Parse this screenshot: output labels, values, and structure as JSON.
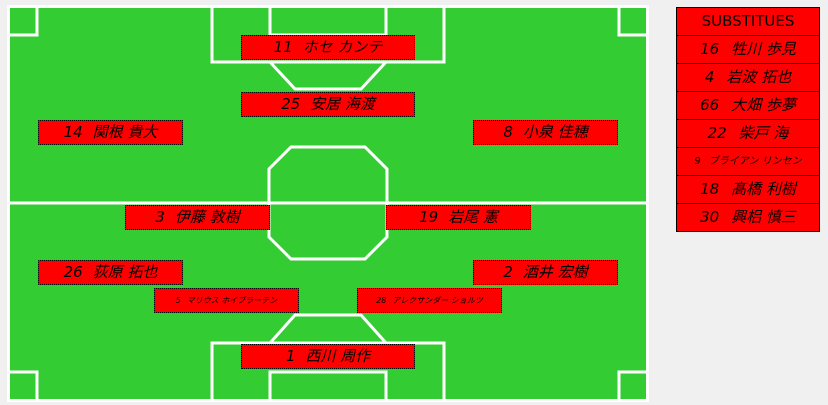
{
  "colors": {
    "pitch": "#33cc33",
    "lines": "#ffffff",
    "player_box": "#ff0000",
    "background": "#f0f0f0"
  },
  "formation": {
    "players": [
      {
        "id": "fw",
        "number": "11",
        "name": "ホセ カンテ"
      },
      {
        "id": "omf",
        "number": "25",
        "name": "安居 海渡"
      },
      {
        "id": "lw",
        "number": "14",
        "name": "関根 貴大"
      },
      {
        "id": "rw",
        "number": "8",
        "name": "小泉 佳穂"
      },
      {
        "id": "lcm",
        "number": "3",
        "name": "伊藤 敦樹"
      },
      {
        "id": "rcm",
        "number": "19",
        "name": "岩尾 憲"
      },
      {
        "id": "lb",
        "number": "26",
        "name": "荻原 拓也"
      },
      {
        "id": "rb",
        "number": "2",
        "name": "酒井 宏樹"
      },
      {
        "id": "lcb",
        "number": "5",
        "name": "マリウス ホイブラーテン"
      },
      {
        "id": "rcb",
        "number": "28",
        "name": "アレクサンダー ショルツ"
      },
      {
        "id": "gk",
        "number": "1",
        "name": "西川 周作"
      }
    ]
  },
  "substitutes": {
    "title": "SUBSTITUES",
    "players": [
      {
        "number": "16",
        "name": "牲川 歩見"
      },
      {
        "number": "4",
        "name": "岩波 拓也"
      },
      {
        "number": "66",
        "name": "大畑 歩夢"
      },
      {
        "number": "22",
        "name": "柴戸 海"
      },
      {
        "number": "9",
        "name": "ブライアン リンセン"
      },
      {
        "number": "18",
        "name": "髙橋 利樹"
      },
      {
        "number": "30",
        "name": "興梠 慎三"
      }
    ]
  }
}
